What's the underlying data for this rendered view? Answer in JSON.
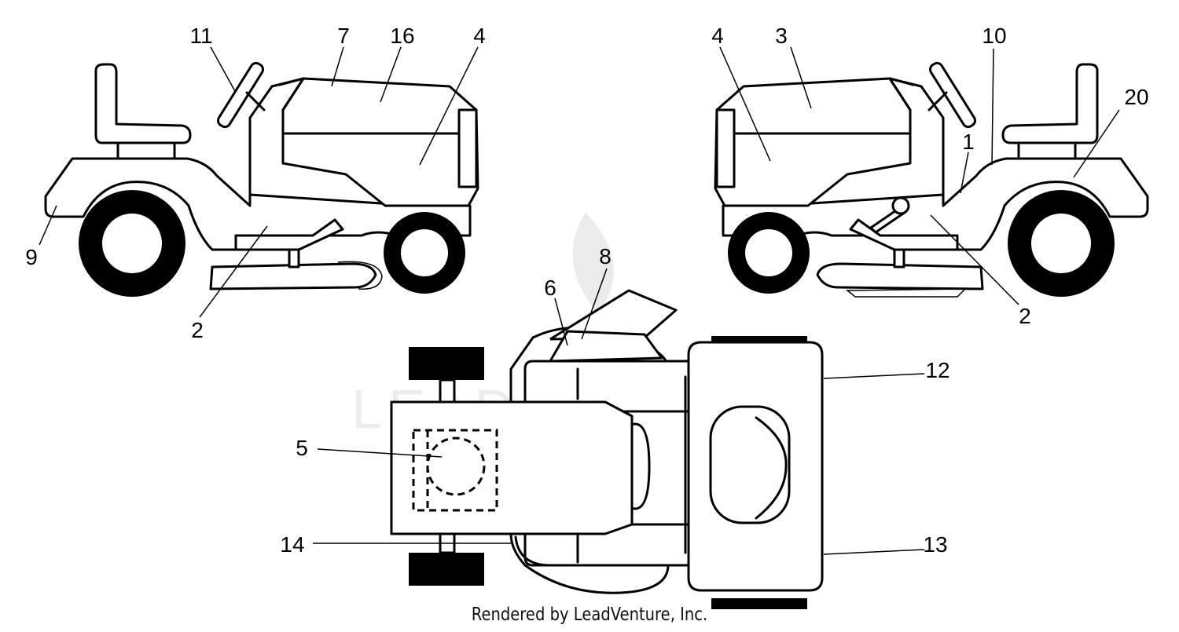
{
  "callouts": {
    "c1": "1",
    "c2a": "2",
    "c2b": "2",
    "c3": "3",
    "c4a": "4",
    "c4b": "4",
    "c5": "5",
    "c6": "6",
    "c7": "7",
    "c8": "8",
    "c9": "9",
    "c10": "10",
    "c11": "11",
    "c12": "12",
    "c13": "13",
    "c14": "14",
    "c16": "16",
    "c20": "20"
  },
  "watermark": "LEADVENTURE",
  "credit": "Rendered by LeadVenture, Inc."
}
